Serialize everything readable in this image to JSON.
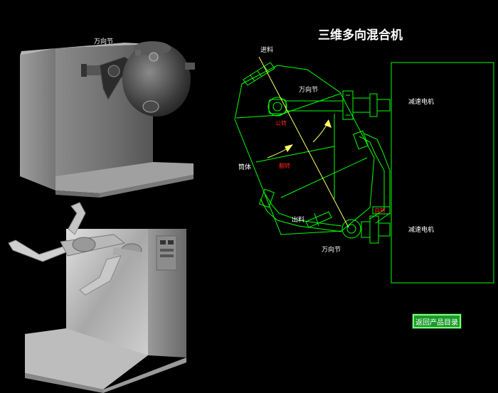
{
  "title": "三维多向混合机",
  "photo_labels": {
    "universal_joint": "万向节"
  },
  "diagram_labels": {
    "feed_inlet": "进料",
    "universal_joint_top": "万向节",
    "universal_joint_bottom": "万向节",
    "reducer_motor_top": "减速电机",
    "reducer_motor_bottom": "减速电机",
    "barrel": "筒体",
    "discharge": "出料",
    "rotation_label_1": "公转",
    "rotation_label_2": "翻转",
    "rotation_label_3": "自转"
  },
  "button": {
    "back_label": "返回产品目录"
  },
  "colors": {
    "line": "#00ff00",
    "axis": "#ffff66",
    "red_text": "#ff2020",
    "button_bg": "#1c9a2a"
  }
}
